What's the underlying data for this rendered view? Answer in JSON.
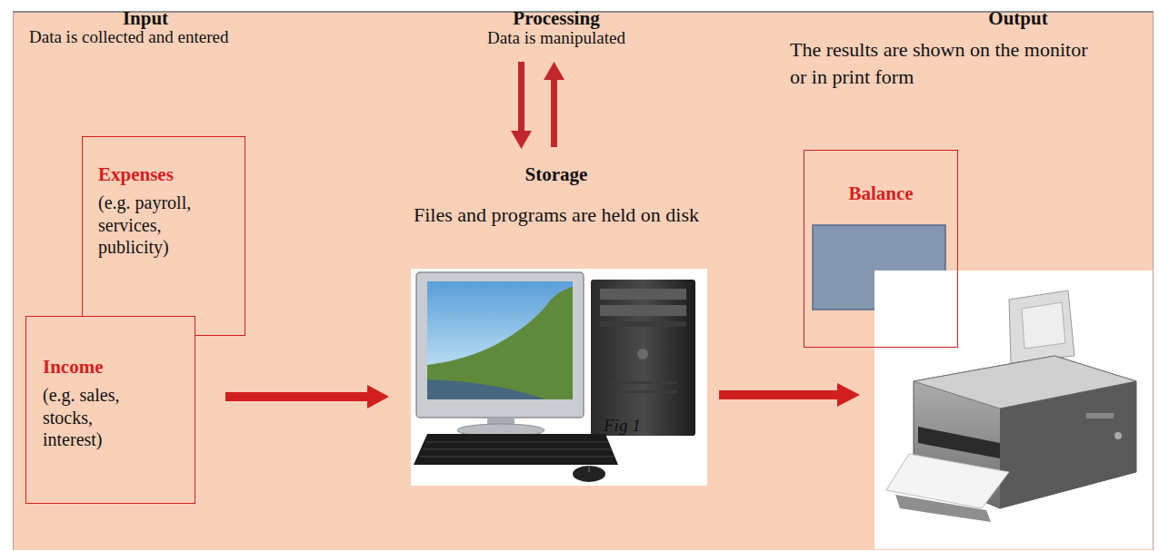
{
  "diagram": {
    "nodes": [
      {
        "text": [
          "Expenses",
          "(e.g. payroll, services, publicity)"
        ]
      },
      {
        "text": [
          "Income",
          "(e.g. sales, stocks, interest)"
        ]
      },
      {
        "text": [
          "Balance"
        ]
      }
    ],
    "labels": [
      "Input",
      "Data is collected and entered",
      "Processing",
      "Data is manipulated",
      "Storage",
      "Files and programs are held on disk",
      "Output",
      "The results are shown on the monitor or in print form",
      "Fig 1"
    ]
  }
}
